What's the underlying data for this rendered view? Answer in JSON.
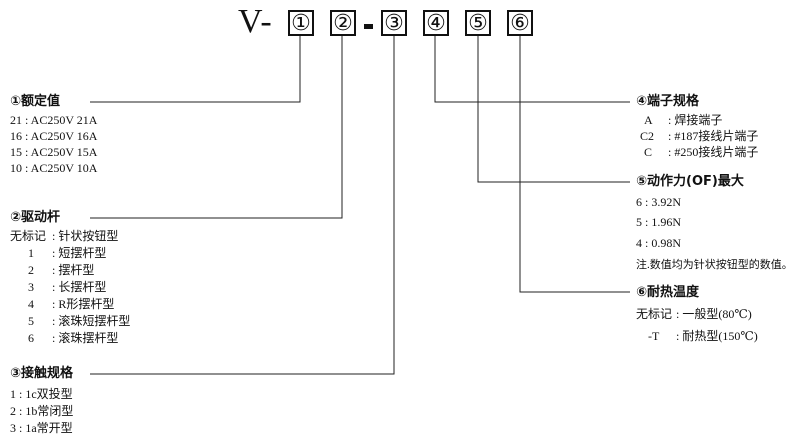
{
  "model": {
    "prefix": "V-",
    "boxes": [
      "①",
      "②",
      "③",
      "④",
      "⑤",
      "⑥"
    ],
    "separator": "-"
  },
  "section1": {
    "title": "①额定值",
    "items": [
      "21 : AC250V 21A",
      "16 : AC250V 16A",
      "15 : AC250V 15A",
      "10 : AC250V 10A"
    ]
  },
  "section2": {
    "title": "②驱动杆",
    "items": [
      {
        "code": "无标记",
        "desc": ": 针状按钮型"
      },
      {
        "code": "1",
        "desc": ": 短摆杆型"
      },
      {
        "code": "2",
        "desc": ": 摆杆型"
      },
      {
        "code": "3",
        "desc": ": 长摆杆型"
      },
      {
        "code": "4",
        "desc": ": R形摆杆型"
      },
      {
        "code": "5",
        "desc": ": 滚珠短摆杆型"
      },
      {
        "code": "6",
        "desc": ": 滚珠摆杆型"
      }
    ]
  },
  "section3": {
    "title": "③接触规格",
    "items": [
      "1 : 1c双投型",
      "2 : 1b常闭型",
      "3 : 1a常开型"
    ]
  },
  "section4": {
    "title": "④端子规格",
    "items": [
      {
        "code": "A",
        "desc": ": 焊接端子"
      },
      {
        "code": "C2",
        "desc": ": #187接线片端子"
      },
      {
        "code": "C",
        "desc": ": #250接线片端子"
      }
    ]
  },
  "section5": {
    "title": "⑤动作力(OF)最大",
    "items": [
      "6 : 3.92N",
      "5 : 1.96N",
      "4 : 0.98N"
    ],
    "note": "注.数值均为针状按钮型的数值。"
  },
  "section6": {
    "title": "⑥耐热温度",
    "items": [
      {
        "code": "无标记",
        "desc": ": 一般型(80℃)"
      },
      {
        "code": "-T",
        "desc": ": 耐热型(150℃)"
      }
    ]
  }
}
